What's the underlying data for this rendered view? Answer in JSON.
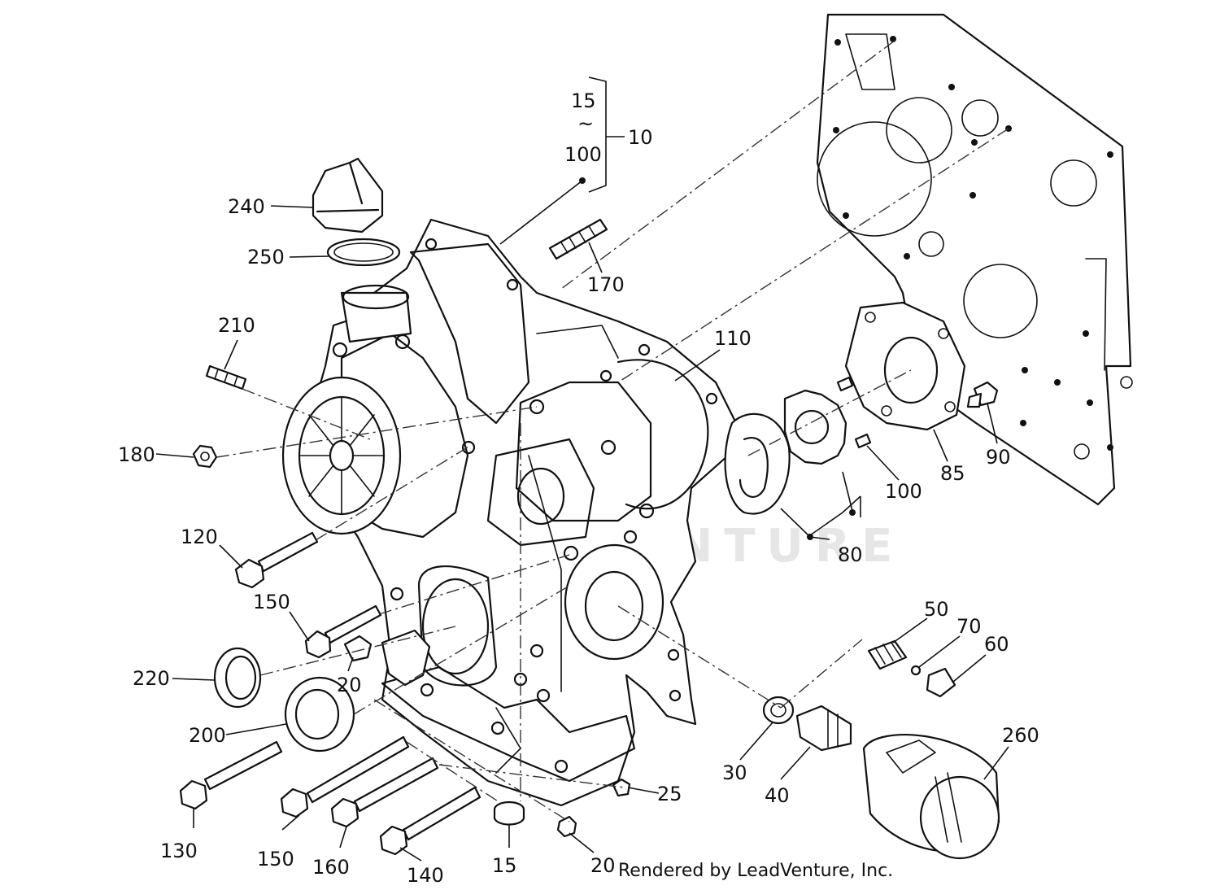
{
  "watermark": "LEADVENTURE",
  "credit": "Rendered by LeadVenture, Inc.",
  "bracket_10": {
    "top": "15",
    "tilde": "~",
    "bottom": "100",
    "label": "10"
  },
  "callouts": [
    {
      "id": "c240",
      "text": "240"
    },
    {
      "id": "c250",
      "text": "250"
    },
    {
      "id": "c170",
      "text": "170"
    },
    {
      "id": "c210",
      "text": "210"
    },
    {
      "id": "c110",
      "text": "110"
    },
    {
      "id": "c180",
      "text": "180"
    },
    {
      "id": "c120",
      "text": "120"
    },
    {
      "id": "c150a",
      "text": "150"
    },
    {
      "id": "c220",
      "text": "220"
    },
    {
      "id": "c20a",
      "text": "20"
    },
    {
      "id": "c200",
      "text": "200"
    },
    {
      "id": "c130",
      "text": "130"
    },
    {
      "id": "c150b",
      "text": "150"
    },
    {
      "id": "c160",
      "text": "160"
    },
    {
      "id": "c140",
      "text": "140"
    },
    {
      "id": "c15",
      "text": "15"
    },
    {
      "id": "c20b",
      "text": "20"
    },
    {
      "id": "c25",
      "text": "25"
    },
    {
      "id": "c80",
      "text": "80"
    },
    {
      "id": "c100",
      "text": "100"
    },
    {
      "id": "c85",
      "text": "85"
    },
    {
      "id": "c90",
      "text": "90"
    },
    {
      "id": "c50",
      "text": "50"
    },
    {
      "id": "c70",
      "text": "70"
    },
    {
      "id": "c60",
      "text": "60"
    },
    {
      "id": "c30",
      "text": "30"
    },
    {
      "id": "c40",
      "text": "40"
    },
    {
      "id": "c260",
      "text": "260"
    }
  ]
}
